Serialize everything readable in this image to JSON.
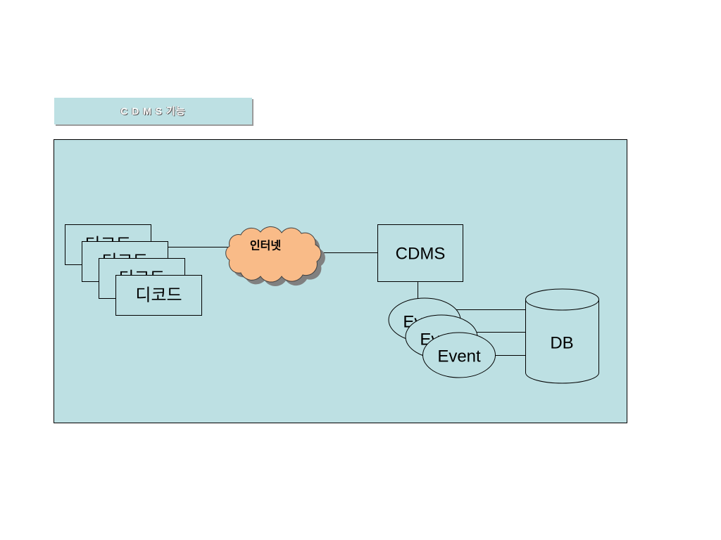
{
  "slide": {
    "title": "C D M S 기능"
  },
  "diagram": {
    "decoders": [
      "디코드",
      "디코드",
      "디코드",
      "디코드"
    ],
    "internet_label": "인터넷",
    "server_label": "CDMS",
    "events": [
      "Event",
      "Event",
      "Event"
    ],
    "database_label": "DB"
  },
  "colors": {
    "panel": "#bde0e3",
    "cloud": "#f9bb88",
    "cloud_shadow": "#808080",
    "title_text": "#ffffff"
  }
}
